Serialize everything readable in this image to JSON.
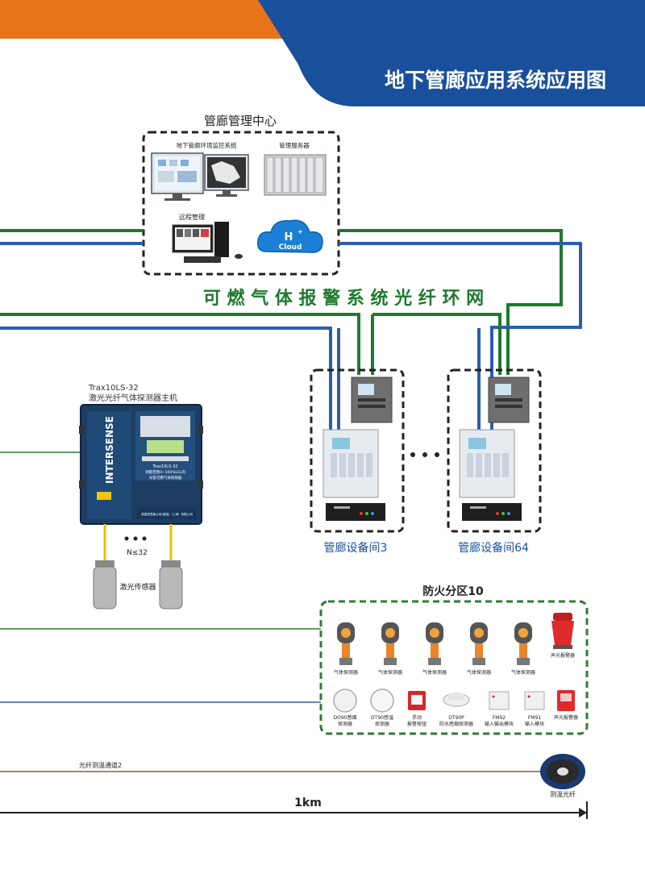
{
  "header": {
    "title": "地下管廊应用系统应用图",
    "colors": {
      "orange": "#e8731a",
      "blue": "#1a4f9c"
    }
  },
  "control_center": {
    "title": "管廊管理中心",
    "monitor_system_label": "地下管廊环境监控系统",
    "server_label": "管理服务器",
    "remote_label": "远程管理",
    "cloud_h": "H",
    "cloud_plus": "+",
    "cloud_text": "Cloud"
  },
  "network_label": "可 燃 气 体 报 警 系 统 光 纤 环 网",
  "host": {
    "model": "Trax10LS-32",
    "name": "激光光纤气体探测器主机",
    "brand": "INTERSENSE",
    "panel_model": "Trax10LS-32",
    "panel_line1": "测量范围0~100%LEL的",
    "panel_line2": "光管可燃气体探测器",
    "company": "英国英思森公司(英国)（上海）有限公司",
    "n_label": "N≤32",
    "sensor_label": "激光传感器"
  },
  "rooms": [
    {
      "label": "管廊设备间3"
    },
    {
      "label": "管廊设备间64"
    }
  ],
  "fire_zone": {
    "title": "防火分区10",
    "gas_detectors": [
      {
        "label": "气体探测器"
      },
      {
        "label": "气体探测器"
      },
      {
        "label": "气体探测器"
      },
      {
        "label": "气体探测器"
      },
      {
        "label": "气体探测器"
      }
    ],
    "alarm_top": "声光报警器",
    "devices": [
      {
        "label1": "DO90感烟",
        "label2": "探测器"
      },
      {
        "label1": "DT90感温",
        "label2": "探测器"
      },
      {
        "label1": "手动",
        "label2": "报警按钮"
      },
      {
        "label1": "DT90P",
        "label2": "防水感烟探测器"
      },
      {
        "label1": "FM92",
        "label2": "输入输出模块"
      },
      {
        "label1": "FM91",
        "label2": "输入模块"
      },
      {
        "label1": "声光报警器",
        "label2": ""
      }
    ]
  },
  "fiber": {
    "channel_label": "光纤测温通道2",
    "spool_label": "测温光纤",
    "distance_label": "1km"
  },
  "colors": {
    "green": "#1e7a2e",
    "blue": "#2a5db0",
    "brown": "#8a5a3c",
    "dark_green": "#2e7d32"
  }
}
